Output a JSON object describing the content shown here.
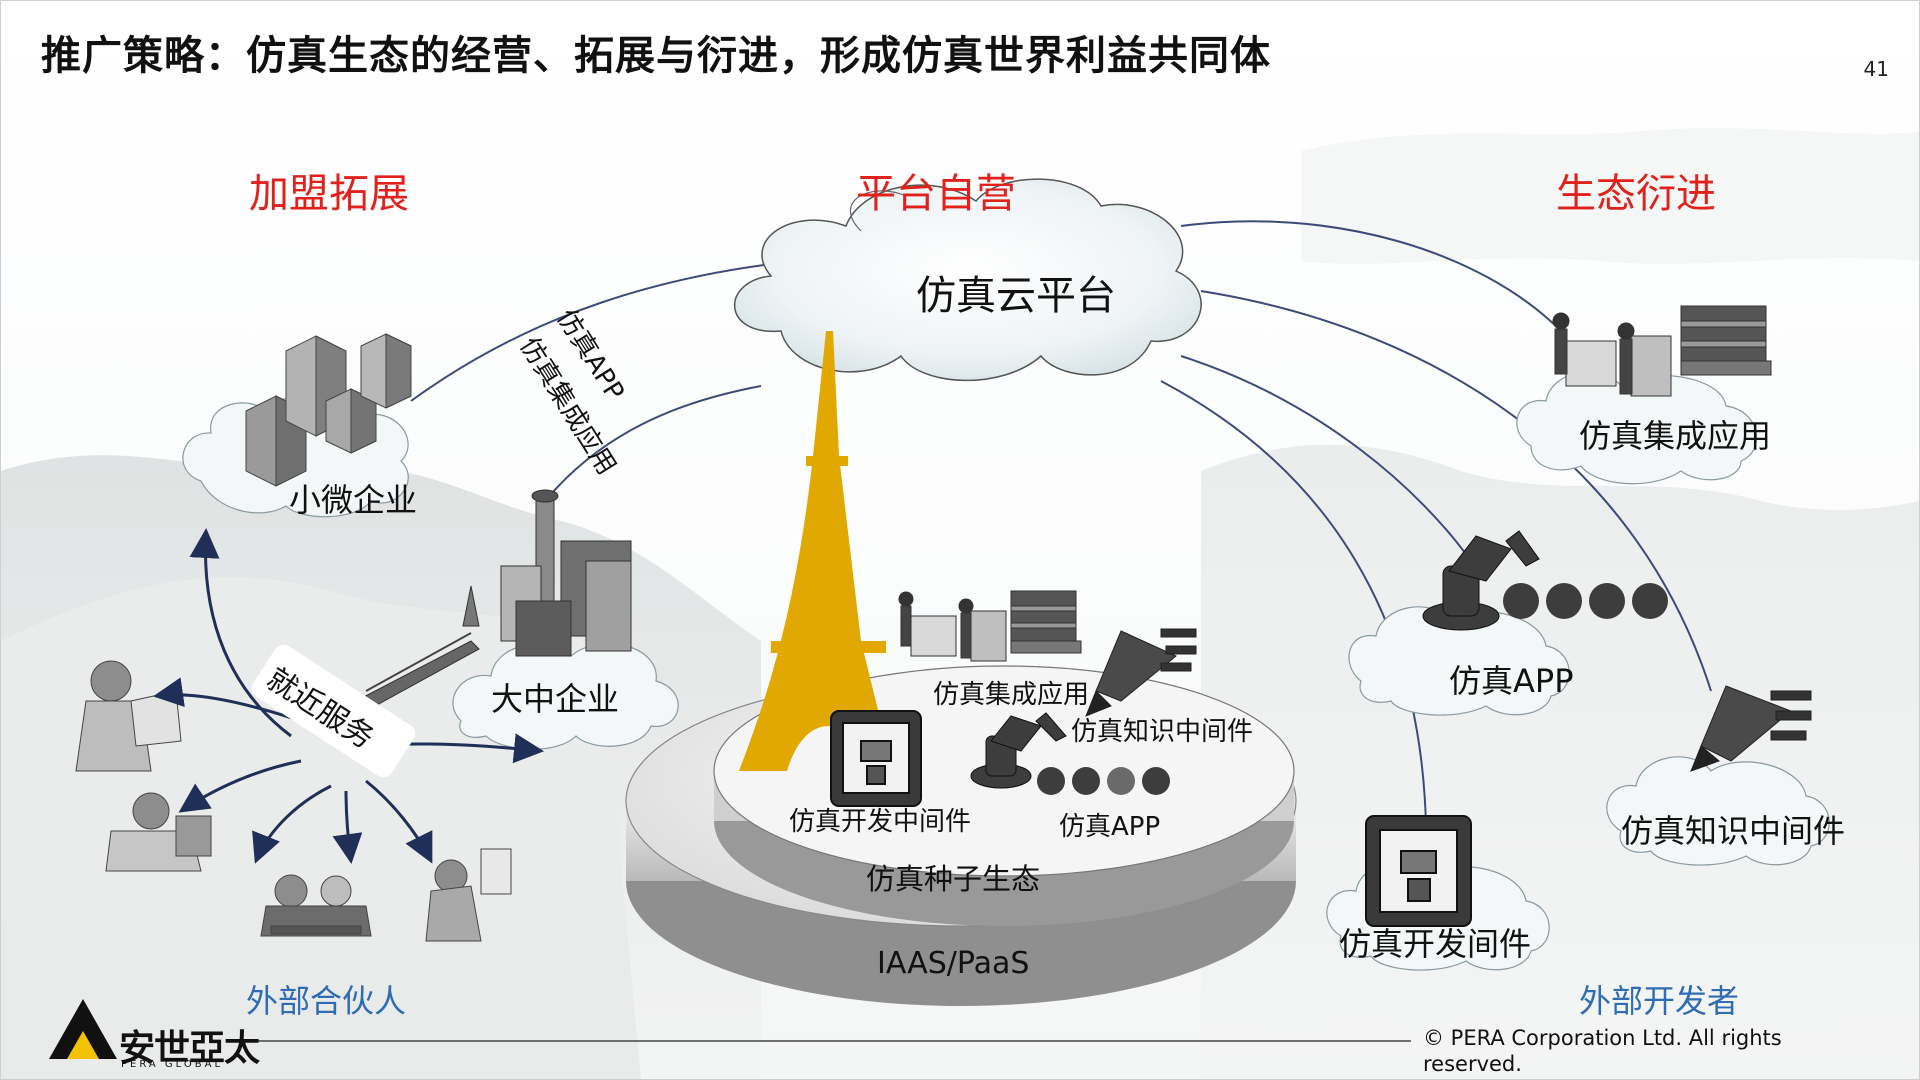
{
  "slide": {
    "title": "推广策略：仿真生态的经营、拓展与衍进，形成仿真世界利益共同体",
    "page_number": "41"
  },
  "sections": {
    "left_heading": "加盟拓展",
    "center_heading": "平台自营",
    "right_heading": "生态衍进"
  },
  "cloud_platform": {
    "label": "仿真云平台"
  },
  "arc_labels": {
    "app": "仿真APP",
    "integration": "仿真集成应用"
  },
  "left_side": {
    "small_enterprise": "小微企业",
    "large_enterprise": "大中企业",
    "nearby_service": "就近服务",
    "partners": "外部合伙人"
  },
  "center_base": {
    "integration_app": "仿真集成应用",
    "knowledge_middleware": "仿真知识中间件",
    "dev_middleware": "仿真开发中间件",
    "app": "仿真APP",
    "seed_ecosystem": "仿真种子生态",
    "infrastructure": "IAAS/PaaS"
  },
  "right_side": {
    "integration_app": "仿真集成应用",
    "app": "仿真APP",
    "knowledge_middleware": "仿真知识中间件",
    "dev_component": "仿真开发间件",
    "developers": "外部开发者"
  },
  "footer": {
    "logo_text": "安世亞太",
    "logo_subtext": "PERA GLOBAL",
    "copyright": "©  PERA Corporation Ltd. All rights reserved."
  },
  "colors": {
    "section_red": "#e0211c",
    "label_blue": "#2f6cb3",
    "tower_gold": "#e0a800"
  }
}
